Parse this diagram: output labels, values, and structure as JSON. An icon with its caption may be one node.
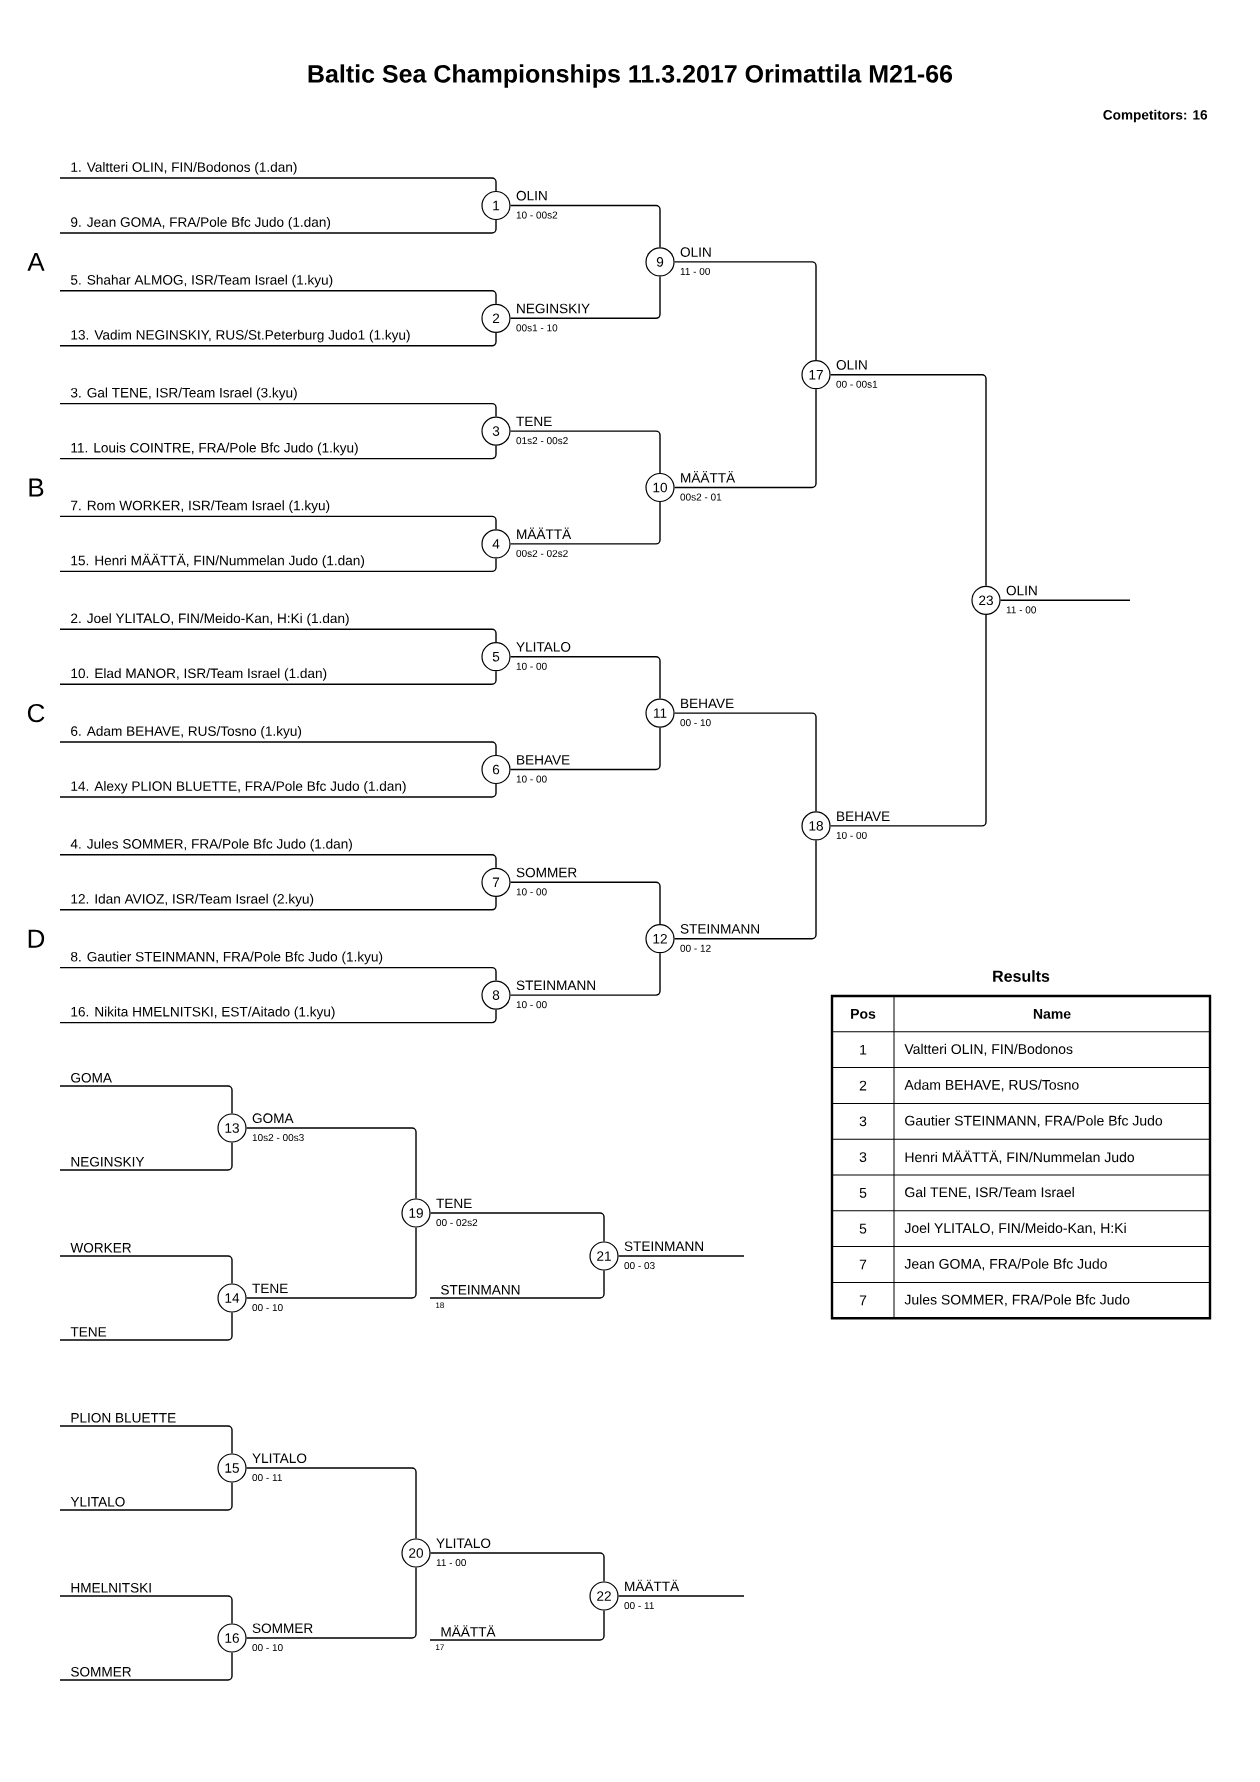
{
  "diagram": {
    "title": "Baltic Sea Championships 11.3.2017 Orimattila M21-66",
    "nodes": [
      {
        "text": [
          "1. Valtteri OLIN, FIN/Bodonos (1.dan)"
        ]
      },
      {
        "text": [
          "9. Jean GOMA, FRA/Pole Bfc Judo (1.dan)"
        ]
      },
      {
        "text": [
          "5. Shahar ALMOG, ISR/Team Israel (1.kyu)"
        ]
      },
      {
        "text": [
          "13. Vadim NEGINSKIY, RUS/St.Peterburg Judo1 (1.kyu)"
        ]
      },
      {
        "text": [
          "3. Gal TENE, ISR/Team Israel (3.kyu)"
        ]
      },
      {
        "text": [
          "11. Louis COINTRE, FRA/Pole Bfc Judo (1.kyu)"
        ]
      },
      {
        "text": [
          "7. Rom WORKER, ISR/Team Israel (1.kyu)"
        ]
      },
      {
        "text": [
          "15. Henri MÄÄTTÄ, FIN/Nummelan Judo (1.dan)"
        ]
      },
      {
        "text": [
          "2. Joel YLITALO, FIN/Meido-Kan, H:Ki (1.dan)"
        ]
      },
      {
        "text": [
          "10. Elad MANOR, ISR/Team Israel (1.dan)"
        ]
      },
      {
        "text": [
          "6. Adam BEHAVE, RUS/Tosno (1.kyu)"
        ]
      },
      {
        "text": [
          "14. Alexy PLION BLUETTE, FRA/Pole Bfc Judo (1.dan)"
        ]
      },
      {
        "text": [
          "4. Jules SOMMER, FRA/Pole Bfc Judo (1.dan)"
        ]
      },
      {
        "text": [
          "12. Idan AVIOZ, ISR/Team Israel (2.kyu)"
        ]
      },
      {
        "text": [
          "8. Gautier STEINMANN, FRA/Pole Bfc Judo (1.kyu)"
        ]
      },
      {
        "text": [
          "16. Nikita HMELNITSKI, EST/Aitado (1.kyu)"
        ]
      },
      {
        "text": [
          "1"
        ],
        "beside": [
          "OLIN",
          "10 - 00s2"
        ]
      },
      {
        "text": [
          "2"
        ],
        "beside": [
          "NEGINSKIY",
          "00s1 - 10"
        ]
      },
      {
        "text": [
          "3"
        ],
        "beside": [
          "TENE",
          "01s2 - 00s2"
        ]
      },
      {
        "text": [
          "4"
        ],
        "beside": [
          "MÄÄTTÄ",
          "00s2 - 02s2"
        ]
      },
      {
        "text": [
          "5"
        ],
        "beside": [
          "YLITALO",
          "10 - 00"
        ]
      },
      {
        "text": [
          "6"
        ],
        "beside": [
          "BEHAVE",
          "10 - 00"
        ]
      },
      {
        "text": [
          "7"
        ],
        "beside": [
          "SOMMER",
          "10 - 00"
        ]
      },
      {
        "text": [
          "8"
        ],
        "beside": [
          "STEINMANN",
          "10 - 00"
        ]
      },
      {
        "text": [
          "9"
        ],
        "beside": [
          "OLIN",
          "11 - 00"
        ]
      },
      {
        "text": [
          "10"
        ],
        "beside": [
          "MÄÄTTÄ",
          "00s2 - 01"
        ]
      },
      {
        "text": [
          "11"
        ],
        "beside": [
          "BEHAVE",
          "00 - 10"
        ]
      },
      {
        "text": [
          "12"
        ],
        "beside": [
          "STEINMANN",
          "00 - 12"
        ]
      },
      {
        "text": [
          "17"
        ],
        "beside": [
          "OLIN",
          "00 - 00s1"
        ]
      },
      {
        "text": [
          "18"
        ],
        "beside": [
          "BEHAVE",
          "10 - 00"
        ]
      },
      {
        "text": [
          "23"
        ],
        "beside": [
          "OLIN",
          "11 - 00"
        ]
      },
      {
        "text": [
          "GOMA"
        ]
      },
      {
        "text": [
          "NEGINSKIY"
        ]
      },
      {
        "text": [
          "WORKER"
        ]
      },
      {
        "text": [
          "TENE"
        ]
      },
      {
        "text": [
          "PLION BLUETTE"
        ]
      },
      {
        "text": [
          "YLITALO"
        ]
      },
      {
        "text": [
          "HMELNITSKI"
        ]
      },
      {
        "text": [
          "SOMMER"
        ]
      },
      {
        "text": [
          "13"
        ],
        "beside": [
          "GOMA",
          "10s2 - 00s3"
        ]
      },
      {
        "text": [
          "14"
        ],
        "beside": [
          "TENE",
          "00 - 10"
        ]
      },
      {
        "text": [
          "15"
        ],
        "beside": [
          "YLITALO",
          "00 - 11"
        ]
      },
      {
        "text": [
          "16"
        ],
        "beside": [
          "SOMMER",
          "00 - 10"
        ]
      },
      {
        "text": [
          "19"
        ],
        "beside": [
          "TENE",
          "00 - 02s2"
        ]
      },
      {
        "text": [
          "20"
        ],
        "beside": [
          "YLITALO",
          "11 - 00"
        ]
      },
      {
        "text": [
          "STEINMANN"
        ],
        "beside": [
          "18"
        ]
      },
      {
        "text": [
          "MÄÄTTÄ"
        ],
        "beside": [
          "17"
        ]
      },
      {
        "text": [
          "21"
        ],
        "beside": [
          "STEINMANN",
          "00 - 03"
        ]
      },
      {
        "text": [
          "22"
        ],
        "beside": [
          "MÄÄTTÄ",
          "00 - 11"
        ]
      }
    ],
    "edges": [
      {
        "from": 0,
        "to": 16,
        "arrow": "none"
      },
      {
        "from": 1,
        "to": 16,
        "arrow": "none"
      },
      {
        "from": 2,
        "to": 17,
        "arrow": "none"
      },
      {
        "from": 3,
        "to": 17,
        "arrow": "none"
      },
      {
        "from": 4,
        "to": 18,
        "arrow": "none"
      },
      {
        "from": 5,
        "to": 18,
        "arrow": "none"
      },
      {
        "from": 6,
        "to": 19,
        "arrow": "none"
      },
      {
        "from": 7,
        "to": 19,
        "arrow": "none"
      },
      {
        "from": 8,
        "to": 20,
        "arrow": "none"
      },
      {
        "from": 9,
        "to": 20,
        "arrow": "none"
      },
      {
        "from": 10,
        "to": 21,
        "arrow": "none"
      },
      {
        "from": 11,
        "to": 21,
        "arrow": "none"
      },
      {
        "from": 12,
        "to": 22,
        "arrow": "none"
      },
      {
        "from": 13,
        "to": 22,
        "arrow": "none"
      },
      {
        "from": 14,
        "to": 23,
        "arrow": "none"
      },
      {
        "from": 15,
        "to": 23,
        "arrow": "none"
      },
      {
        "from": 16,
        "to": 24,
        "arrow": "none"
      },
      {
        "from": 17,
        "to": 24,
        "arrow": "none"
      },
      {
        "from": 18,
        "to": 25,
        "arrow": "none"
      },
      {
        "from": 19,
        "to": 25,
        "arrow": "none"
      },
      {
        "from": 20,
        "to": 26,
        "arrow": "none"
      },
      {
        "from": 21,
        "to": 26,
        "arrow": "none"
      },
      {
        "from": 22,
        "to": 27,
        "arrow": "none"
      },
      {
        "from": 23,
        "to": 27,
        "arrow": "none"
      },
      {
        "from": 24,
        "to": 28,
        "arrow": "none"
      },
      {
        "from": 25,
        "to": 28,
        "arrow": "none"
      },
      {
        "from": 26,
        "to": 29,
        "arrow": "none"
      },
      {
        "from": 27,
        "to": 29,
        "arrow": "none"
      },
      {
        "from": 28,
        "to": 30,
        "arrow": "none"
      },
      {
        "from": 29,
        "to": 30,
        "arrow": "none"
      },
      {
        "from": 30,
        "to": null,
        "arrow": "none"
      },
      {
        "from": 31,
        "to": 39,
        "arrow": "none"
      },
      {
        "from": 32,
        "to": 39,
        "arrow": "none"
      },
      {
        "from": 33,
        "to": 40,
        "arrow": "none"
      },
      {
        "from": 34,
        "to": 40,
        "arrow": "none"
      },
      {
        "from": 35,
        "to": 41,
        "arrow": "none"
      },
      {
        "from": 36,
        "to": 41,
        "arrow": "none"
      },
      {
        "from": 37,
        "to": 42,
        "arrow": "none"
      },
      {
        "from": 38,
        "to": 42,
        "arrow": "none"
      },
      {
        "from": 39,
        "to": 43,
        "arrow": "none"
      },
      {
        "from": 40,
        "to": 43,
        "arrow": "none"
      },
      {
        "from": 41,
        "to": 44,
        "arrow": "none"
      },
      {
        "from": 42,
        "to": 44,
        "arrow": "none"
      },
      {
        "from": 43,
        "to": 47,
        "arrow": "none"
      },
      {
        "from": 45,
        "to": 47,
        "arrow": "none"
      },
      {
        "from": 44,
        "to": 48,
        "arrow": "none"
      },
      {
        "from": 46,
        "to": 48,
        "arrow": "none"
      },
      {
        "from": 47,
        "to": null,
        "arrow": "none"
      },
      {
        "from": 48,
        "to": null,
        "arrow": "none"
      }
    ],
    "labels": [
      "Competitors: 16",
      "A",
      "B",
      "C",
      "D",
      "Results",
      "Pos",
      "Name",
      "1",
      "Valtteri OLIN, FIN/Bodonos",
      "2",
      "Adam BEHAVE, RUS/Tosno",
      "3",
      "Gautier STEINMANN, FRA/Pole Bfc Judo",
      "3",
      "Henri MÄÄTTÄ, FIN/Nummelan Judo",
      "5",
      "Gal TENE, ISR/Team Israel",
      "5",
      "Joel YLITALO, FIN/Meido-Kan, H:Ki",
      "7",
      "Jean GOMA, FRA/Pole Bfc Judo",
      "7",
      "Jules SOMMER, FRA/Pole Bfc Judo"
    ]
  }
}
